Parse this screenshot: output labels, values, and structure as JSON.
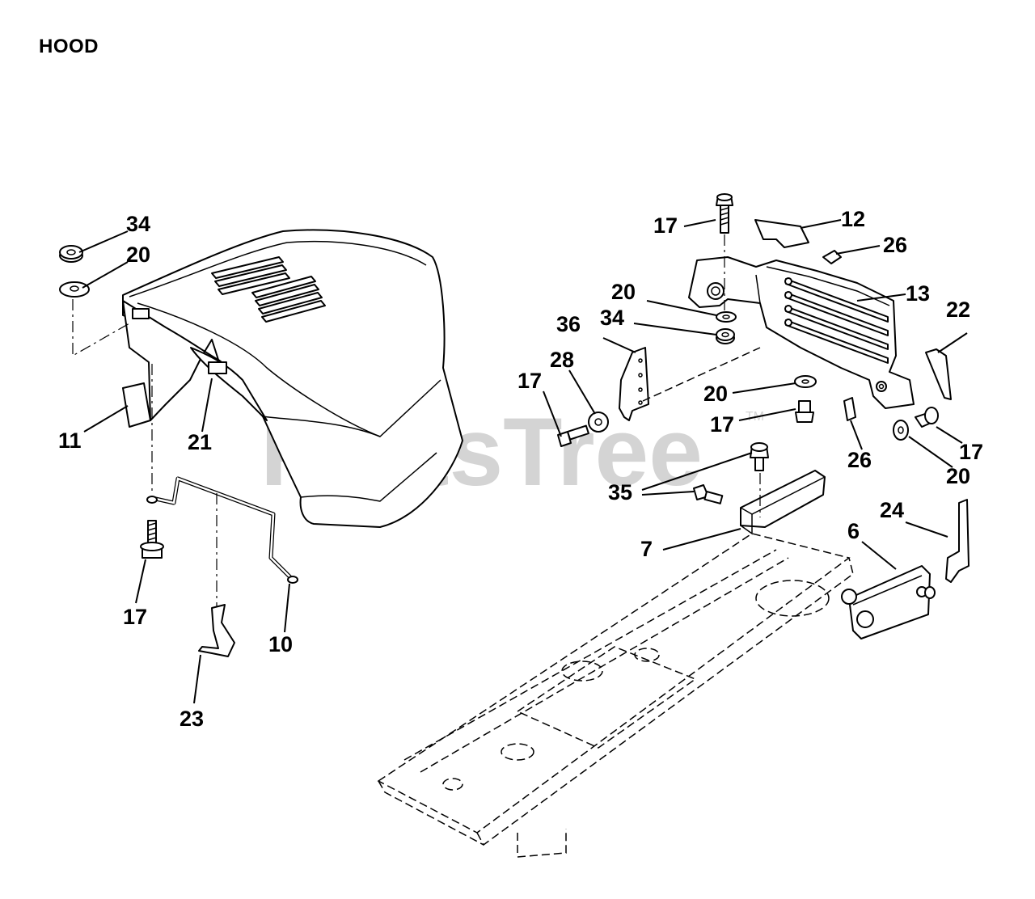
{
  "diagram": {
    "title": "HOOD",
    "watermark": "PartsTree",
    "watermark_mark": "TM",
    "callouts": [
      {
        "id": "c-34a",
        "label": "34"
      },
      {
        "id": "c-20a",
        "label": "20"
      },
      {
        "id": "c-11",
        "label": "11"
      },
      {
        "id": "c-21",
        "label": "21"
      },
      {
        "id": "c-17a",
        "label": "17"
      },
      {
        "id": "c-10",
        "label": "10"
      },
      {
        "id": "c-23",
        "label": "23"
      },
      {
        "id": "c-17b",
        "label": "17"
      },
      {
        "id": "c-12",
        "label": "12"
      },
      {
        "id": "c-26a",
        "label": "26"
      },
      {
        "id": "c-13",
        "label": "13"
      },
      {
        "id": "c-20b",
        "label": "20"
      },
      {
        "id": "c-34b",
        "label": "34"
      },
      {
        "id": "c-36",
        "label": "36"
      },
      {
        "id": "c-28",
        "label": "28"
      },
      {
        "id": "c-17c",
        "label": "17"
      },
      {
        "id": "c-22",
        "label": "22"
      },
      {
        "id": "c-20c",
        "label": "20"
      },
      {
        "id": "c-17d",
        "label": "17"
      },
      {
        "id": "c-26b",
        "label": "26"
      },
      {
        "id": "c-17e",
        "label": "17"
      },
      {
        "id": "c-20d",
        "label": "20"
      },
      {
        "id": "c-35",
        "label": "35"
      },
      {
        "id": "c-24",
        "label": "24"
      },
      {
        "id": "c-6",
        "label": "6"
      },
      {
        "id": "c-7",
        "label": "7"
      }
    ]
  }
}
